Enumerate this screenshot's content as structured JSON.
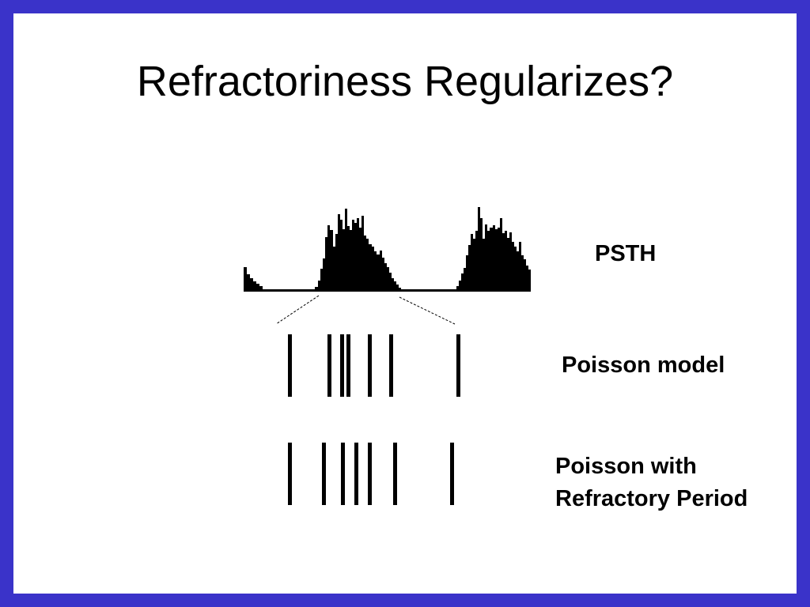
{
  "slide": {
    "title": "Refractoriness Regularizes?",
    "labels": {
      "psth": "PSTH",
      "poisson": "Poisson model",
      "refractory_line1": "Poisson with",
      "refractory_line2": "Refractory Period"
    }
  },
  "colors": {
    "border": "#3a33c9",
    "background": "#ffffff",
    "ink": "#000000"
  }
}
